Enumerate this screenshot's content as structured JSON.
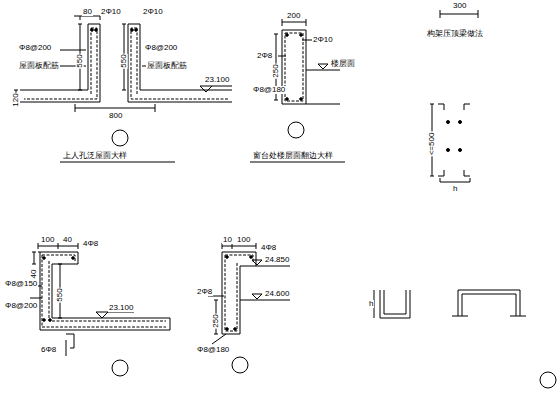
{
  "diagram": {
    "labels": [
      "80",
      "2Φ10",
      "2Φ10",
      "Φ8@200",
      "Φ8@200",
      "550",
      "550",
      "屋面板配筋",
      "屋面板配筋",
      "120",
      "23.100",
      "800",
      "上人孔泛屋面大样",
      "200",
      "2Φ8",
      "2Φ10",
      "楼层面",
      "250",
      "Φ8@180",
      "窗台处楼层面翻边大样",
      "300",
      "构架压顶梁做法",
      "<=500",
      "h",
      "100",
      "40",
      "4Φ8",
      "40",
      "Φ8@150",
      "550",
      "Φ8@200",
      "23.100",
      "6Φ8",
      "10",
      "100",
      "4Φ8",
      "24.850",
      "2Φ8",
      "250",
      "24.600",
      "Φ8@180",
      "h"
    ]
  }
}
